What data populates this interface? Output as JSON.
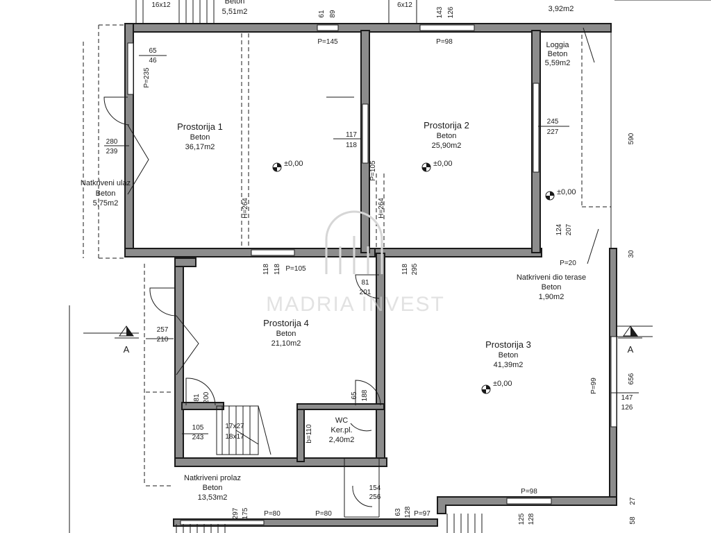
{
  "rooms": {
    "r1": {
      "name": "Prostorija  1",
      "material": "Beton",
      "area": "36,17m2"
    },
    "r2": {
      "name": "Prostorija  2",
      "material": "Beton",
      "area": "25,90m2"
    },
    "r3": {
      "name": "Prostorija  3",
      "material": "Beton",
      "area": "41,39m2"
    },
    "r4": {
      "name": "Prostorija  4",
      "material": "Beton",
      "area": "21,10m2"
    },
    "loggia": {
      "name": "Loggia",
      "material": "Beton",
      "area": "5,59m2"
    },
    "wc": {
      "name": "WC",
      "material": "Ker.pl.",
      "area": "2,40m2"
    },
    "ulaz": {
      "name": "Natkriveni  ulaz",
      "material": "Beton",
      "area": "5,75m2"
    },
    "terasa": {
      "name": "Natkriveni  dio  terase",
      "material": "Beton",
      "area": "1,90m2"
    },
    "prolaz": {
      "name": "Natkriveni  prolaz",
      "material": "Beton",
      "area": "13,53m2"
    },
    "top_mid": {
      "material": "Beton",
      "area": "5,51m2"
    },
    "top_right": {
      "area": "3,92m2"
    }
  },
  "levels": {
    "r1": "±0,00",
    "r2": "±0,00",
    "r3": "±0,00",
    "loggia": "±0,00"
  },
  "section": {
    "left": "A",
    "right": "A"
  },
  "watermark": "MADRIA INVEST",
  "dims": {
    "d16x12": "16x12",
    "d6x12": "6x12",
    "d61": "61",
    "d89": "89",
    "d143": "143",
    "d126a": "126",
    "p145": "P=145",
    "p98a": "P=98",
    "d65": "65",
    "d46": "46",
    "p235": "P=235",
    "d280": "280",
    "d239": "239",
    "d117": "117",
    "d118a": "118",
    "d245": "245",
    "d227": "227",
    "h264a": "H=264",
    "h264b": "H=264",
    "p105a": "P=105",
    "d124": "124",
    "d207": "207",
    "d118b": "118",
    "d118c": "118",
    "p105b": "P=105",
    "d118d": "118",
    "d295": "295",
    "p20": "P=20",
    "d81a": "81",
    "d201": "201",
    "d257": "257",
    "d210": "210",
    "p99": "P=99",
    "d656": "656",
    "d147": "147",
    "d126b": "126",
    "d81b": "81",
    "d200": "200",
    "d65b": "65",
    "d188": "188",
    "d105": "105",
    "d243": "243",
    "s17x27": "17x27",
    "s18x17": "18x17",
    "b110": "b=110",
    "d154": "154",
    "d256": "256",
    "d63": "63",
    "d128a": "128",
    "p97": "P=97",
    "p98b": "P=98",
    "p80a": "P=80",
    "p80b": "P=80",
    "d297": "297",
    "d175": "175",
    "d125": "125",
    "d128b": "128",
    "d58": "58",
    "d27": "27",
    "d30": "30",
    "d590": "590"
  }
}
